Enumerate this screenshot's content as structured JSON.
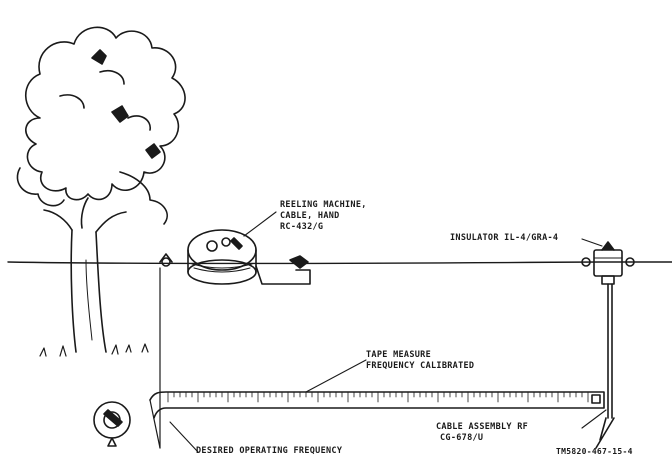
{
  "labels": {
    "reeling_machine": [
      "REELING MACHINE,",
      "CABLE, HAND",
      "RC-432/G"
    ],
    "insulator": "INSULATOR IL-4/GRA-4",
    "tape_measure": [
      "TAPE MEASURE",
      "FREQUENCY CALIBRATED"
    ],
    "cable_assembly": [
      "CABLE ASSEMBLY RF",
      "CG-678/U"
    ],
    "desired_frequency": "DESIRED OPERATING FREQUENCY",
    "figure_id": "TM5820-467-15-4"
  },
  "icons": [
    "tree-icon",
    "cable-reel-icon",
    "insulator-icon",
    "tape-reel-icon"
  ],
  "colors": {
    "ink": "#1a1a1a",
    "paper": "#ffffff"
  }
}
